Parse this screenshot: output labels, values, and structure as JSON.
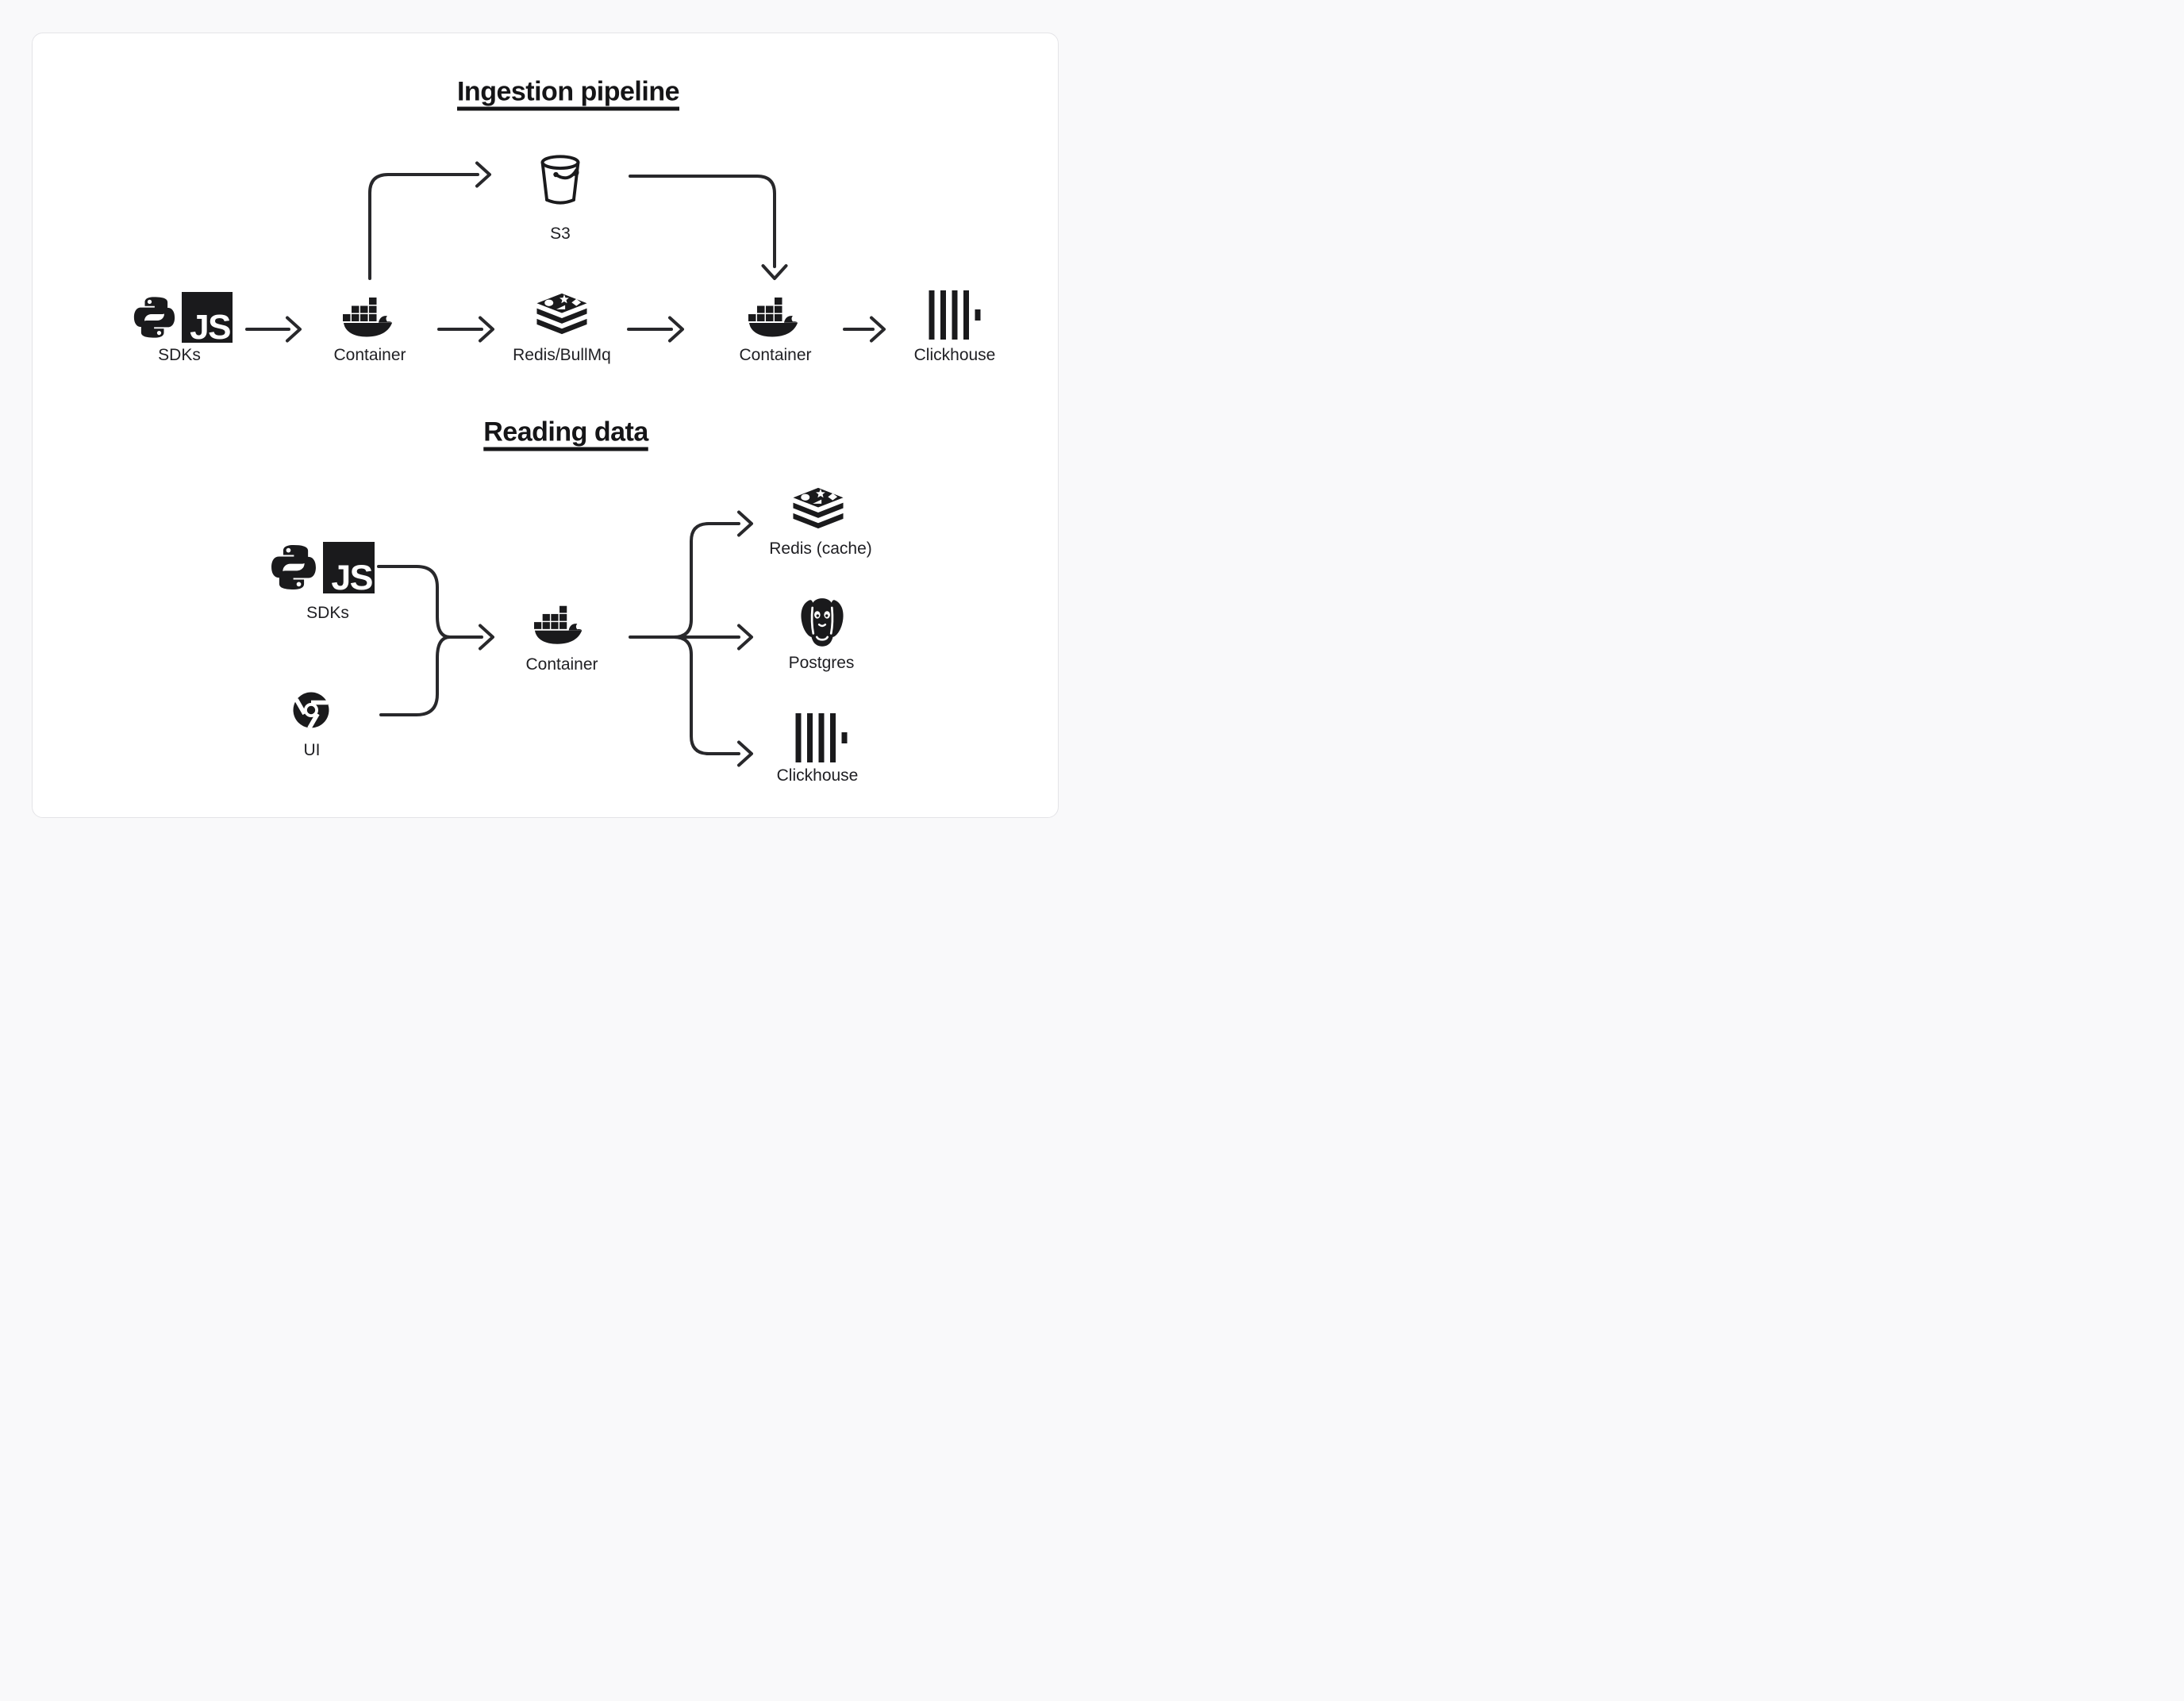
{
  "page": {
    "background": "#f9f9fa",
    "card_background": "#ffffff",
    "card_border": "#e4e4e7",
    "ink": "#1a1a1c",
    "wire_color": "#28282b"
  },
  "sections": [
    {
      "id": "ingestion",
      "title": "Ingestion pipeline"
    },
    {
      "id": "reading",
      "title": "Reading data"
    }
  ],
  "nodes": [
    {
      "id": "ing-sdks",
      "section": "ingestion",
      "label": "SDKs",
      "icons": [
        "python-icon",
        "javascript-icon"
      ]
    },
    {
      "id": "ing-s3",
      "section": "ingestion",
      "label": "S3",
      "icons": [
        "s3-bucket-icon"
      ]
    },
    {
      "id": "ing-container-1",
      "section": "ingestion",
      "label": "Container",
      "icons": [
        "docker-icon"
      ]
    },
    {
      "id": "ing-redis",
      "section": "ingestion",
      "label": "Redis/BullMq",
      "icons": [
        "redis-icon"
      ]
    },
    {
      "id": "ing-container-2",
      "section": "ingestion",
      "label": "Container",
      "icons": [
        "docker-icon"
      ]
    },
    {
      "id": "ing-clickhouse",
      "section": "ingestion",
      "label": "Clickhouse",
      "icons": [
        "clickhouse-icon"
      ]
    },
    {
      "id": "read-sdks",
      "section": "reading",
      "label": "SDKs",
      "icons": [
        "python-icon",
        "javascript-icon"
      ]
    },
    {
      "id": "read-ui",
      "section": "reading",
      "label": "UI",
      "icons": [
        "chrome-icon"
      ]
    },
    {
      "id": "read-container",
      "section": "reading",
      "label": "Container",
      "icons": [
        "docker-icon"
      ]
    },
    {
      "id": "read-redis",
      "section": "reading",
      "label": "Redis (cache)",
      "icons": [
        "redis-icon"
      ]
    },
    {
      "id": "read-postgres",
      "section": "reading",
      "label": "Postgres",
      "icons": [
        "postgres-icon"
      ]
    },
    {
      "id": "read-clickhouse",
      "section": "reading",
      "label": "Clickhouse",
      "icons": [
        "clickhouse-icon"
      ]
    }
  ],
  "edges": [
    {
      "from": "ing-sdks",
      "to": "ing-container-1"
    },
    {
      "from": "ing-container-1",
      "to": "ing-s3"
    },
    {
      "from": "ing-container-1",
      "to": "ing-redis"
    },
    {
      "from": "ing-s3",
      "to": "ing-container-2"
    },
    {
      "from": "ing-redis",
      "to": "ing-container-2"
    },
    {
      "from": "ing-container-2",
      "to": "ing-clickhouse"
    },
    {
      "from": "read-sdks",
      "to": "read-container"
    },
    {
      "from": "read-ui",
      "to": "read-container"
    },
    {
      "from": "read-container",
      "to": "read-redis"
    },
    {
      "from": "read-container",
      "to": "read-postgres"
    },
    {
      "from": "read-container",
      "to": "read-clickhouse"
    }
  ]
}
